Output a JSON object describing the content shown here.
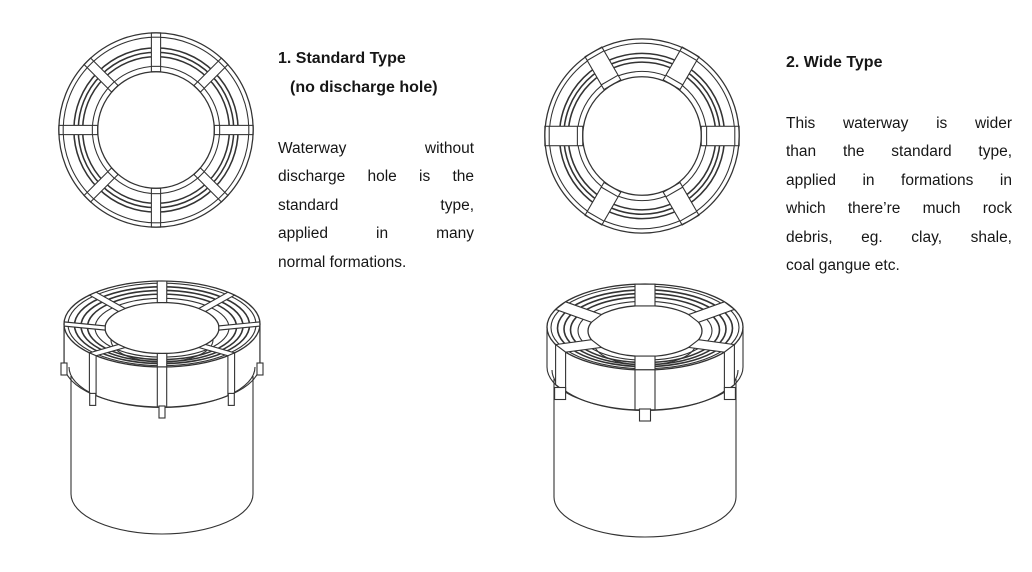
{
  "page": {
    "background": "#ffffff",
    "line_color": "#333333",
    "text_color": "#161616"
  },
  "panels": [
    {
      "id": "standard",
      "title_lines": [
        "1. Standard Type",
        "(no discharge hole)"
      ],
      "body_lines": [
        "Waterway without",
        "discharge hole is the",
        "standard type,",
        "applied in many",
        "normal formations."
      ],
      "drawing": {
        "segments": 8,
        "waterway_width": 9.5,
        "first_waterway_deg": 0,
        "outer_r": 100,
        "inner_r": 60
      }
    },
    {
      "id": "wide",
      "title_lines": [
        "2. Wide Type"
      ],
      "body_lines": [
        "This waterway is wider",
        "than the standard type,",
        "applied in formations in",
        "which there’re much rock",
        "debris, eg. clay, shale,",
        "coal gangue etc."
      ],
      "drawing": {
        "segments": 6,
        "waterway_width": 20,
        "first_waterway_deg": 30,
        "outer_r": 100,
        "inner_r": 61
      }
    }
  ]
}
